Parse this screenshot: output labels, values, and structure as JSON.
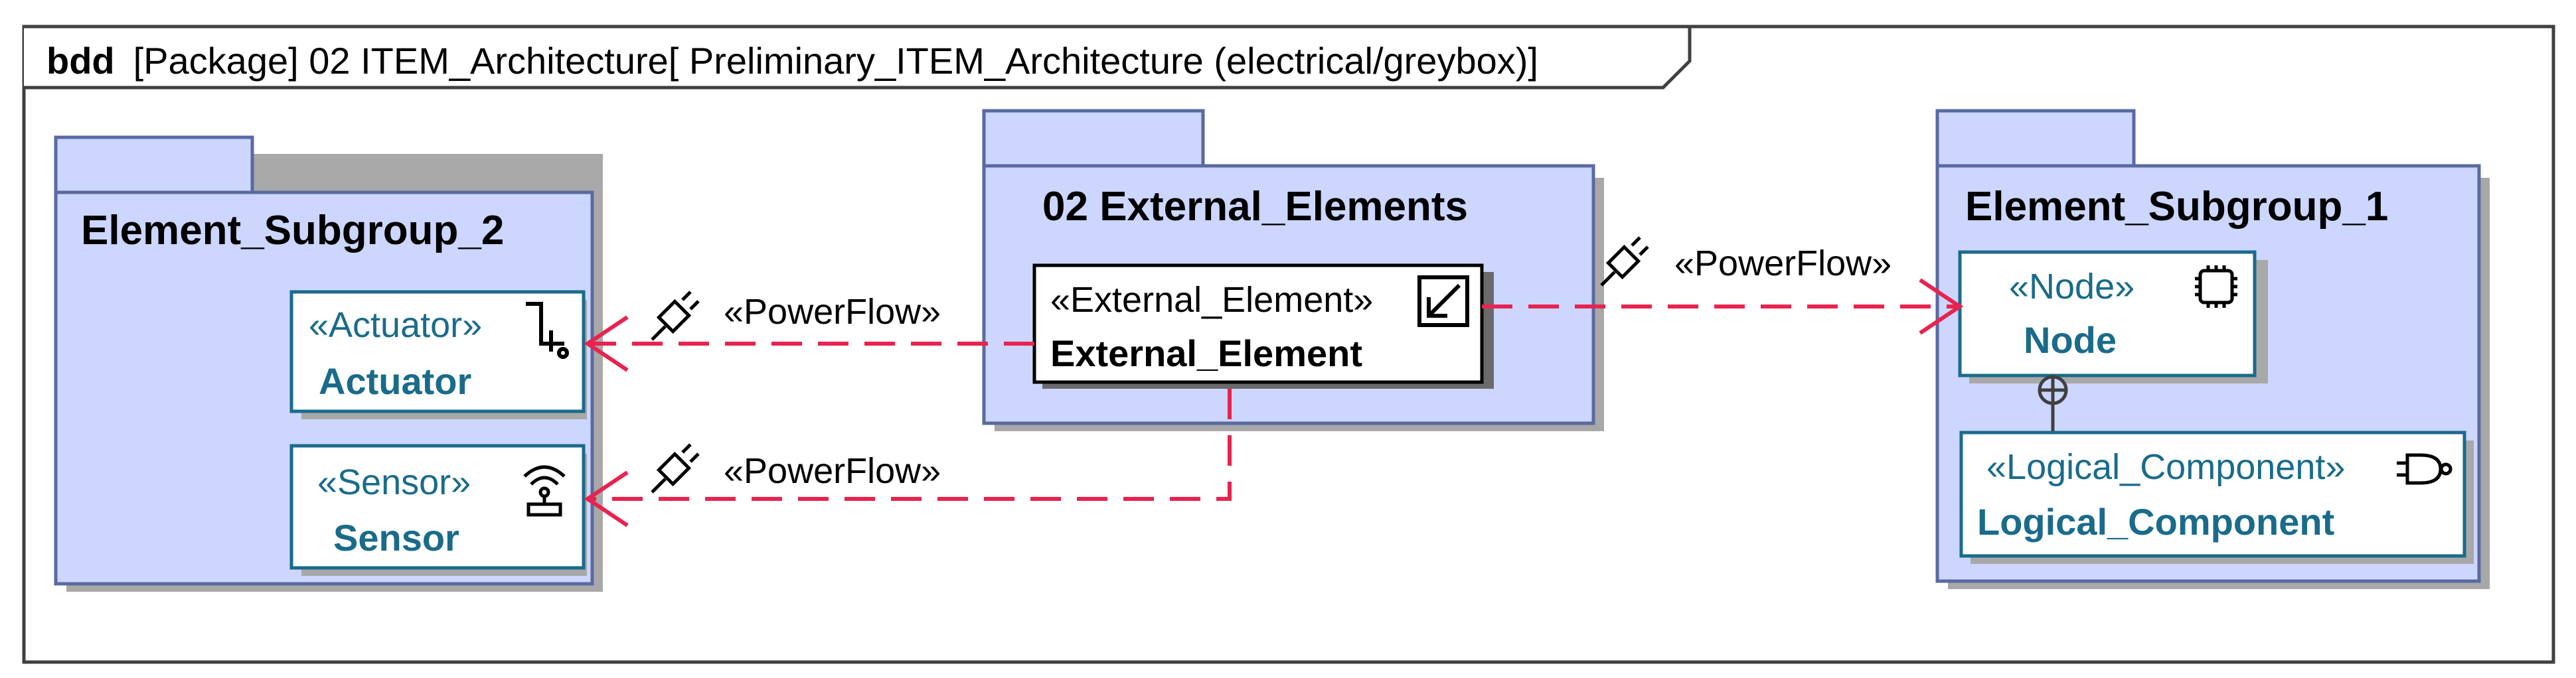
{
  "frame": {
    "kind": "bdd",
    "title": "[Package] 02 ITEM_Architecture[  Preliminary_ITEM_Architecture (electrical/greybox)]"
  },
  "packages": {
    "subgroup2": {
      "name": "Element_Subgroup_2",
      "actuator": {
        "stereotype": "«Actuator»",
        "name": "Actuator",
        "icon": "actuator-icon"
      },
      "sensor": {
        "stereotype": "«Sensor»",
        "name": "Sensor",
        "icon": "sensor-icon"
      }
    },
    "external": {
      "name": "02 External_Elements",
      "element": {
        "stereotype": "«External_Element»",
        "name": "External_Element",
        "icon": "external-arrow-icon"
      }
    },
    "subgroup1": {
      "name": "Element_Subgroup_1",
      "node": {
        "stereotype": "«Node»",
        "name": "Node",
        "icon": "chip-icon"
      },
      "logical": {
        "stereotype": "«Logical_Component»",
        "name": "Logical_Component",
        "icon": "logic-gate-icon"
      }
    }
  },
  "flows": {
    "to_actuator": {
      "label": "«PowerFlow»",
      "icon": "plug-icon"
    },
    "to_sensor": {
      "label": "«PowerFlow»",
      "icon": "plug-icon"
    },
    "to_node": {
      "label": "«PowerFlow»",
      "icon": "plug-icon"
    }
  },
  "colors": {
    "package_fill": "#ccd6ff",
    "package_stroke": "#5a6aa0",
    "block_stroke": "#1a6b8a",
    "block_text": "#1a6b8a",
    "flow_line": "#e8234f",
    "shadow": "#a8a8a8"
  }
}
